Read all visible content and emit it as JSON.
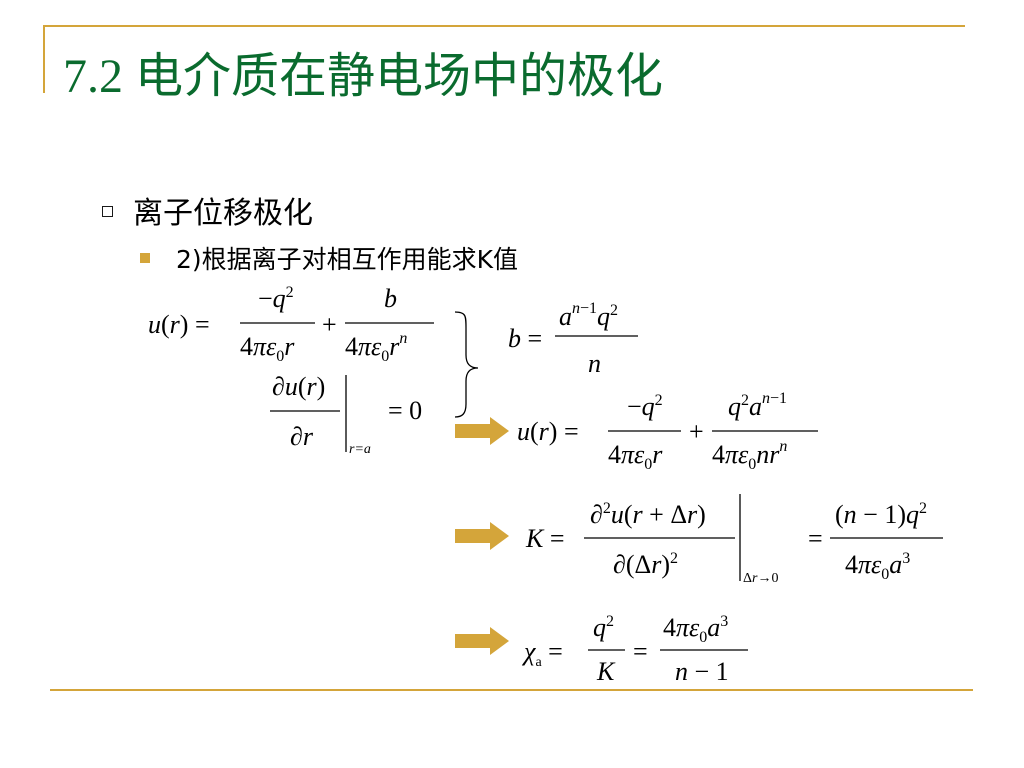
{
  "slide": {
    "title": "7.2 电介质在静电场中的极化",
    "bullet_1": "离子位移极化",
    "bullet_2": "2)根据离子对相互作用能求K值"
  },
  "colors": {
    "title": "#0a6b2e",
    "accent": "#d4a53a"
  },
  "equations": {
    "eq1": "u(r) = −q²/(4πε₀r) + b/(4πε₀rⁿ)",
    "eq2": "∂u(r)/∂r |_(r=a) = 0",
    "eq3": "b = aⁿ⁻¹q²/n",
    "eq4": "u(r) = −q²/(4πε₀r) + q²aⁿ⁻¹/(4πε₀nrⁿ)",
    "eq5": "K = ∂²u(r+Δr)/∂(Δr)² |_(Δr→0) = (n−1)q²/(4πε₀a³)",
    "eq6": "χa = q²/K = 4πε₀a³/(n−1)"
  },
  "icons": [
    "checkbox-bullet-icon",
    "square-bullet-icon",
    "right-arrow-icon"
  ]
}
